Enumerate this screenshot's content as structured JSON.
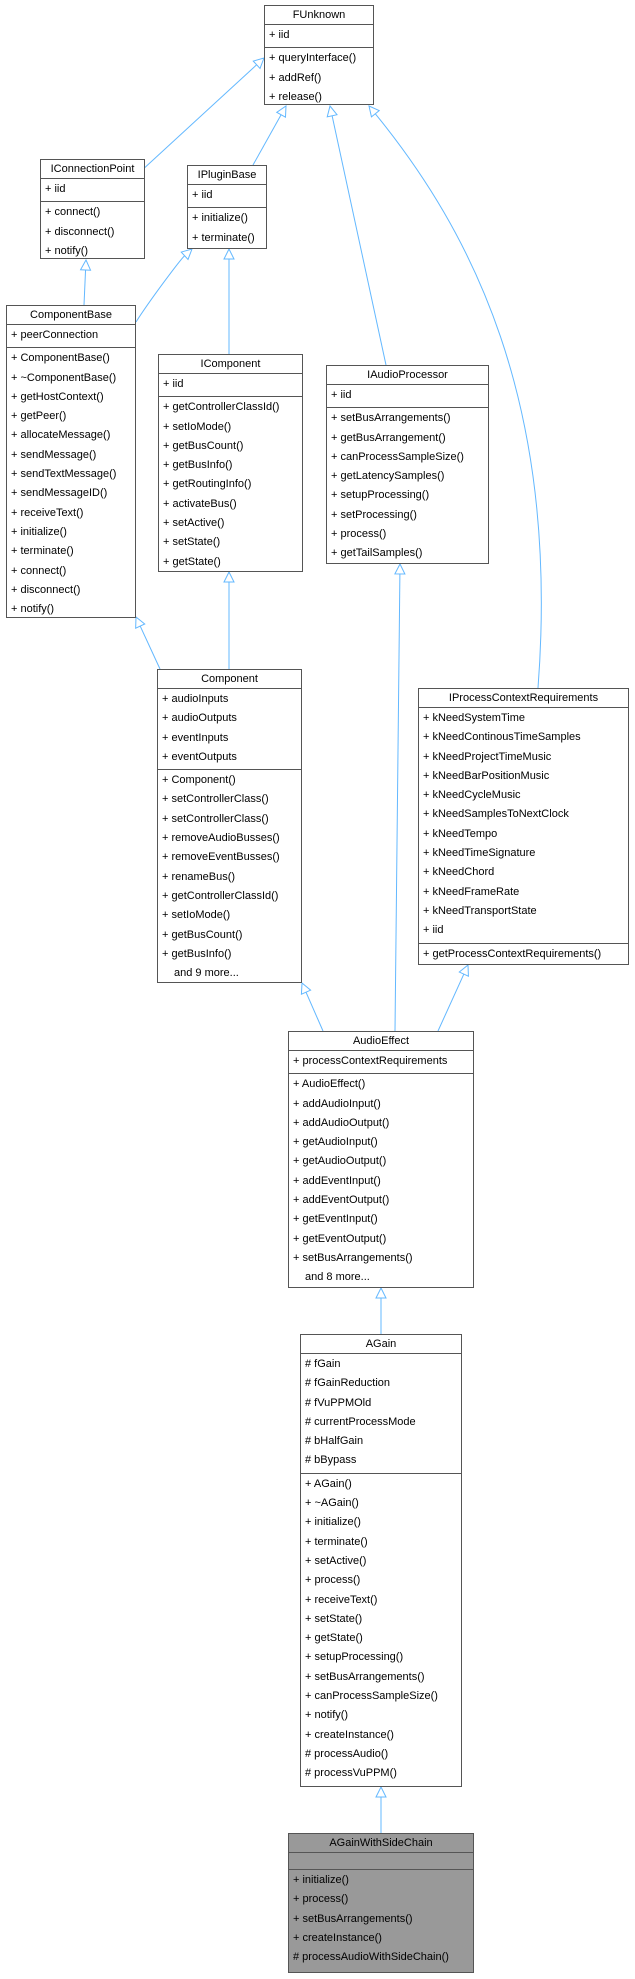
{
  "diagram": {
    "classes": [
      {
        "id": "FUnknown",
        "title": "FUnknown",
        "attributes": [
          "+ iid"
        ],
        "methods": [
          "+ queryInterface()",
          "+ addRef()",
          "+ release()"
        ]
      },
      {
        "id": "IConnectionPoint",
        "title": "IConnectionPoint",
        "attributes": [
          "+ iid"
        ],
        "methods": [
          "+ connect()",
          "+ disconnect()",
          "+ notify()"
        ]
      },
      {
        "id": "IPluginBase",
        "title": "IPluginBase",
        "attributes": [
          "+ iid"
        ],
        "methods": [
          "+ initialize()",
          "+ terminate()"
        ]
      },
      {
        "id": "ComponentBase",
        "title": "ComponentBase",
        "attributes": [
          "+ peerConnection"
        ],
        "methods": [
          "+ ComponentBase()",
          "+ ~ComponentBase()",
          "+ getHostContext()",
          "+ getPeer()",
          "+ allocateMessage()",
          "+ sendMessage()",
          "+ sendTextMessage()",
          "+ sendMessageID()",
          "+ receiveText()",
          "+ initialize()",
          "+ terminate()",
          "+ connect()",
          "+ disconnect()",
          "+ notify()"
        ]
      },
      {
        "id": "IComponent",
        "title": "IComponent",
        "attributes": [
          "+ iid"
        ],
        "methods": [
          "+ getControllerClassId()",
          "+ setIoMode()",
          "+ getBusCount()",
          "+ getBusInfo()",
          "+ getRoutingInfo()",
          "+ activateBus()",
          "+ setActive()",
          "+ setState()",
          "+ getState()"
        ]
      },
      {
        "id": "IAudioProcessor",
        "title": "IAudioProcessor",
        "attributes": [
          "+ iid"
        ],
        "methods": [
          "+ setBusArrangements()",
          "+ getBusArrangement()",
          "+ canProcessSampleSize()",
          "+ getLatencySamples()",
          "+ setupProcessing()",
          "+ setProcessing()",
          "+ process()",
          "+ getTailSamples()"
        ]
      },
      {
        "id": "Component",
        "title": "Component",
        "attributes": [
          "+ audioInputs",
          "+ audioOutputs",
          "+ eventInputs",
          "+ eventOutputs"
        ],
        "methods": [
          "+ Component()",
          "+ setControllerClass()",
          "+ setControllerClass()",
          "+ removeAudioBusses()",
          "+ removeEventBusses()",
          "+ renameBus()",
          "+ getControllerClassId()",
          "+ setIoMode()",
          "+ getBusCount()",
          "+ getBusInfo()",
          "and 9 more..."
        ]
      },
      {
        "id": "IProcessContextRequirements",
        "title": "IProcessContextRequirements",
        "attributes": [
          "+ kNeedSystemTime",
          "+ kNeedContinousTimeSamples",
          "+ kNeedProjectTimeMusic",
          "+ kNeedBarPositionMusic",
          "+ kNeedCycleMusic",
          "+ kNeedSamplesToNextClock",
          "+ kNeedTempo",
          "+ kNeedTimeSignature",
          "+ kNeedChord",
          "+ kNeedFrameRate",
          "+ kNeedTransportState",
          "+ iid"
        ],
        "methods": [
          "+ getProcessContextRequirements()"
        ]
      },
      {
        "id": "AudioEffect",
        "title": "AudioEffect",
        "attributes": [
          "+ processContextRequirements"
        ],
        "methods": [
          "+ AudioEffect()",
          "+ addAudioInput()",
          "+ addAudioOutput()",
          "+ getAudioInput()",
          "+ getAudioOutput()",
          "+ addEventInput()",
          "+ addEventOutput()",
          "+ getEventInput()",
          "+ getEventOutput()",
          "+ setBusArrangements()",
          "and 8 more..."
        ]
      },
      {
        "id": "AGain",
        "title": "AGain",
        "attributes": [
          "# fGain",
          "# fGainReduction",
          "# fVuPPMOld",
          "# currentProcessMode",
          "# bHalfGain",
          "# bBypass"
        ],
        "methods": [
          "+ AGain()",
          "+ ~AGain()",
          "+ initialize()",
          "+ terminate()",
          "+ setActive()",
          "+ process()",
          "+ receiveText()",
          "+ setState()",
          "+ getState()",
          "+ setupProcessing()",
          "+ setBusArrangements()",
          "+ canProcessSampleSize()",
          "+ notify()",
          "+ createInstance()",
          "# processAudio()",
          "# processVuPPM()"
        ]
      },
      {
        "id": "AGainWithSideChain",
        "title": "AGainWithSideChain",
        "highlight": true,
        "attributes": [],
        "methods": [
          "+ initialize()",
          "+ process()",
          "+ setBusArrangements()",
          "+ createInstance()",
          "# processAudioWithSideChain()"
        ]
      }
    ],
    "edges": [
      {
        "from": "IConnectionPoint",
        "to": "FUnknown"
      },
      {
        "from": "IPluginBase",
        "to": "FUnknown"
      },
      {
        "from": "IAudioProcessor",
        "to": "FUnknown"
      },
      {
        "from": "IProcessContextRequirements",
        "to": "FUnknown"
      },
      {
        "from": "ComponentBase",
        "to": "IConnectionPoint"
      },
      {
        "from": "ComponentBase",
        "to": "IPluginBase"
      },
      {
        "from": "IComponent",
        "to": "IPluginBase"
      },
      {
        "from": "Component",
        "to": "ComponentBase"
      },
      {
        "from": "Component",
        "to": "IComponent"
      },
      {
        "from": "AudioEffect",
        "to": "Component"
      },
      {
        "from": "AudioEffect",
        "to": "IAudioProcessor"
      },
      {
        "from": "AudioEffect",
        "to": "IProcessContextRequirements"
      },
      {
        "from": "AGain",
        "to": "AudioEffect"
      },
      {
        "from": "AGainWithSideChain",
        "to": "AGain"
      }
    ],
    "colors": {
      "edge": "#63b8ff",
      "border": "#555555",
      "highlight_fill": "#999999",
      "fill": "#ffffff"
    }
  }
}
